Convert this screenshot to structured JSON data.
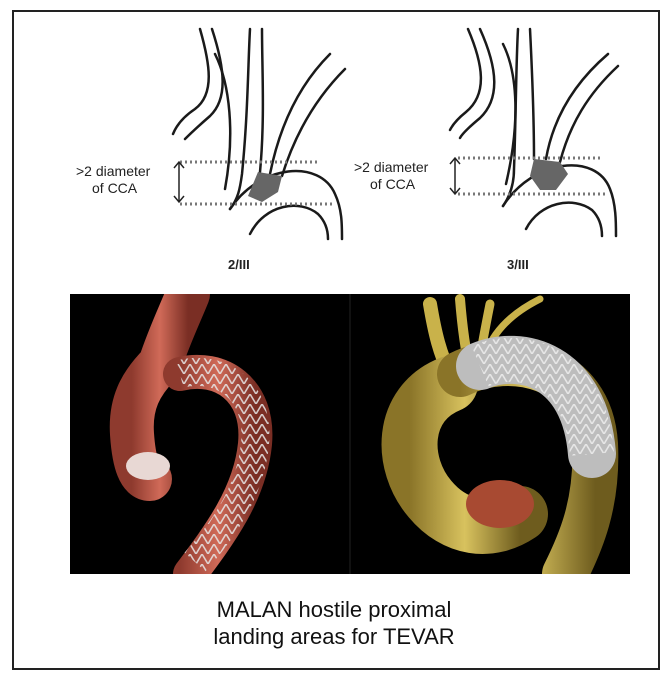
{
  "figure": {
    "panels": [
      {
        "annotation_line1": ">2 diameter",
        "annotation_line2": "of CCA",
        "grade": "2/III"
      },
      {
        "annotation_line1": ">2 diameter",
        "annotation_line2": "of CCA",
        "grade": "3/III"
      }
    ],
    "caption_line1": "MALAN hostile proximal",
    "caption_line2": "landing areas for TEVAR"
  },
  "colors": {
    "line": "#1a1a1a",
    "landing_zone": "#666666",
    "render_left": "#c0594a",
    "render_right": "#c9b24a",
    "stent": "#d9d9d9"
  }
}
